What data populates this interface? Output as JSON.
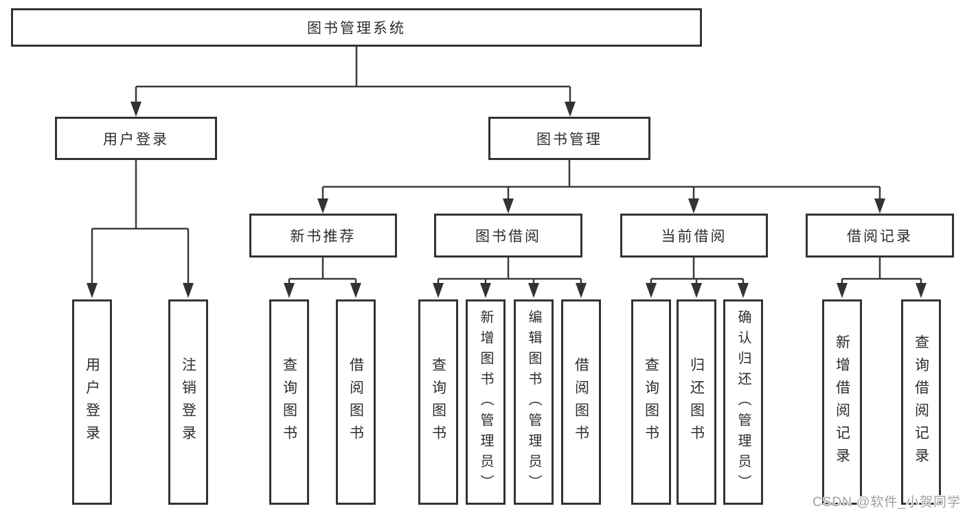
{
  "root": "图书管理系统",
  "branches": [
    {
      "label": "用户登录",
      "children": [
        "用户登录",
        "注销登录"
      ]
    },
    {
      "label": "图书管理",
      "groups": [
        {
          "label": "新书推荐",
          "children": [
            "查询图书",
            "借阅图书"
          ]
        },
        {
          "label": "图书借阅",
          "children": [
            "查询图书",
            "新增图书（管理员）",
            "编辑图书（管理员）",
            "借阅图书"
          ]
        },
        {
          "label": "当前借阅",
          "children": [
            "查询图书",
            "归还图书",
            "确认归还（管理员）"
          ]
        },
        {
          "label": "借阅记录",
          "children": [
            "新增借阅记录",
            "查询借阅记录"
          ]
        }
      ]
    }
  ],
  "watermark": "CSDN @软件_小贺同学",
  "colors": {
    "border": "#333333",
    "line": "#3a3a3a",
    "arrow": "#333333",
    "text": "#2d2d2d",
    "watermark": "#9f9f9f",
    "background": "#ffffff"
  }
}
